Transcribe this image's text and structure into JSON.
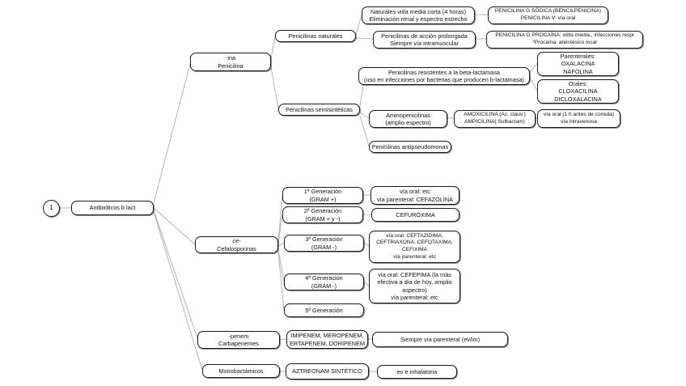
{
  "diagram_title": "Antibióticos b lact",
  "colors": {
    "canvas_bg": "#ffffff",
    "node_bg": "#ffffff",
    "node_border": "#1a1a1a",
    "connector": "#b3b3b3",
    "text": "#111111"
  },
  "root_marker": {
    "label": "1"
  },
  "nodes": {
    "root": {
      "lines": [
        "Antibióticos b lact"
      ]
    },
    "penicilina": {
      "lines": [
        "-ina",
        "Penicilina"
      ]
    },
    "pen_naturales": {
      "lines": [
        "Penicilinas naturales"
      ]
    },
    "nat_desc": {
      "lines": [
        "Naturales vida media corta (4 horas)",
        "Eliminación renal y espectro estrecho"
      ]
    },
    "pen_g_sodica": {
      "lines": [
        "PENICILINA G SÓDICA (BENCILPENICINA)",
        "PENICILINA V: vía oral"
      ]
    },
    "accion_prolongada": {
      "lines": [
        "Penicilinas de acción prolongada",
        "Siempre vía intramuscular"
      ]
    },
    "pen_g_procaina": {
      "lines": [
        "PENICILINA G PROCAÍNA: otitis media., infecciones respi",
        "*Procaína: anestésico local"
      ]
    },
    "pen_semisinteticas": {
      "lines": [
        "Penicilinas semisintéticas"
      ]
    },
    "resistentes": {
      "lines": [
        "Penicilinas resistentes a la beta-lactamasa",
        "(uso en infecciones por bacterias que producen b-lactamasa)"
      ]
    },
    "parenterales": {
      "lines": [
        "Parenterales:",
        "OXALACINA",
        "NAFOLINA"
      ]
    },
    "orales": {
      "lines": [
        "Orales:",
        "CLOXACILINA",
        "DICLOXALACINA"
      ]
    },
    "aminopenicilinas": {
      "lines": [
        "Aminopenicilinas",
        "(amplio espectro)"
      ]
    },
    "amoxicilina": {
      "lines": [
        "AMOXICILINA (Ac. clauv.)",
        "AMPICILINA( Sulbactam)"
      ]
    },
    "via_oral_1h": {
      "lines": [
        "vía oral (1 h antes de comida)",
        "vía intravenosa"
      ]
    },
    "antipseudomonas": {
      "lines": [
        "Penicilinas antipseudomonas"
      ]
    },
    "cefalosporinas": {
      "lines": [
        "ce-",
        "Cefalosporinas"
      ]
    },
    "gen1": {
      "lines": [
        "1ª Generación",
        "(GRAM +)"
      ]
    },
    "gen1_detail": {
      "lines": [
        "vía oral: etc",
        "vía parenteral: CEFAZOLINA"
      ]
    },
    "gen2": {
      "lines": [
        "2ª Generación",
        "(GRAM + y -)"
      ]
    },
    "gen2_detail": {
      "lines": [
        "CEFUROXIMA"
      ]
    },
    "gen3": {
      "lines": [
        "3ª Generación",
        "(GRAM -)"
      ]
    },
    "gen3_detail": {
      "lines": [
        "vía oral: CEFTAZIDIMA,",
        "CEFTRIAXONA, CEFOTAXIMA,",
        "CEFIXIMA",
        "vía parenteral: etc"
      ]
    },
    "gen4": {
      "lines": [
        "4ª Generación",
        "(GRAM -)"
      ]
    },
    "gen4_detail": {
      "lines": [
        "vía oral: CEFEPIMA (la más",
        "efectiva a día de hoy, amplio",
        "aspectro)",
        "vía parenteral: etc"
      ]
    },
    "gen5": {
      "lines": [
        "5ª Generación"
      ]
    },
    "carbapenemes": {
      "lines": [
        "-penem",
        "Carbapenemes"
      ]
    },
    "imipenem": {
      "lines": [
        "IMIPENEM, MEROPENEM,",
        "ERTAPENEM, DORIPENEM"
      ]
    },
    "siempre_parenteral": {
      "lines": [
        "Siempre vía parenteral (ev/im)"
      ]
    },
    "monobactamicos": {
      "lines": [
        "Monobactámicos"
      ]
    },
    "aztreonam": {
      "lines": [
        "AZTREONAM SINTÉTICO"
      ]
    },
    "ev_inhalatoria": {
      "lines": [
        "ev e inhalatoria"
      ]
    }
  }
}
